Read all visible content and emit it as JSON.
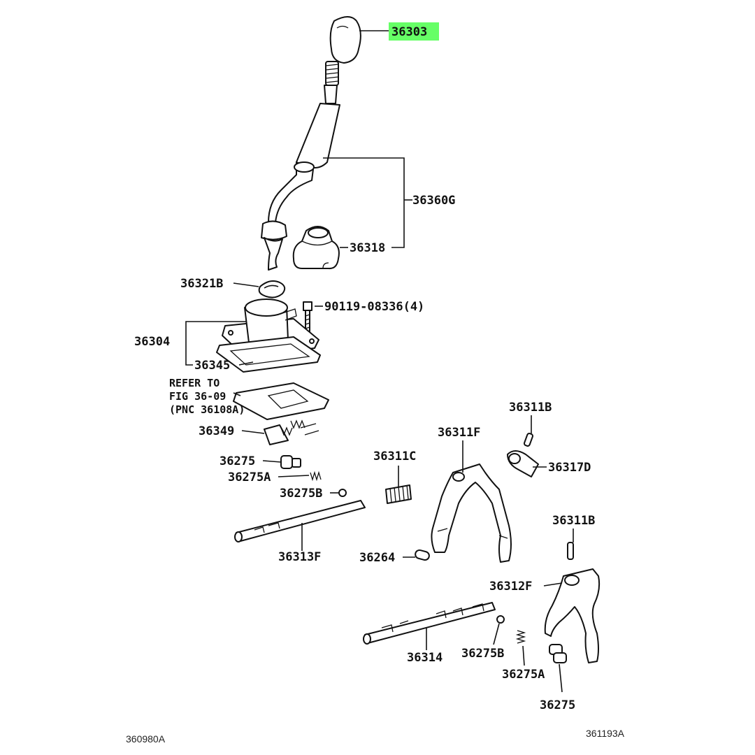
{
  "highlight_color": "#66ff66",
  "labels": {
    "p36303": "36303",
    "p36360G": "36360G",
    "p36318": "36318",
    "p36321B": "36321B",
    "p90119": "90119-08336(4)",
    "p36304": "36304",
    "p36345": "36345",
    "refer1": "REFER TO",
    "refer2": "FIG 36-09",
    "refer3": "(PNC 36108A)",
    "p36349": "36349",
    "p36275a": "36275",
    "p36275A_a": "36275A",
    "p36275B_a": "36275B",
    "p36313F": "36313F",
    "p36311C": "36311C",
    "p36264": "36264",
    "p36311F": "36311F",
    "p36311B_a": "36311B",
    "p36317D": "36317D",
    "p36311B_b": "36311B",
    "p36312F": "36312F",
    "p36314": "36314",
    "p36275B_b": "36275B",
    "p36275A_b": "36275A",
    "p36275b": "36275"
  },
  "ref_codes": {
    "left": "360980A",
    "right": "361193A"
  }
}
